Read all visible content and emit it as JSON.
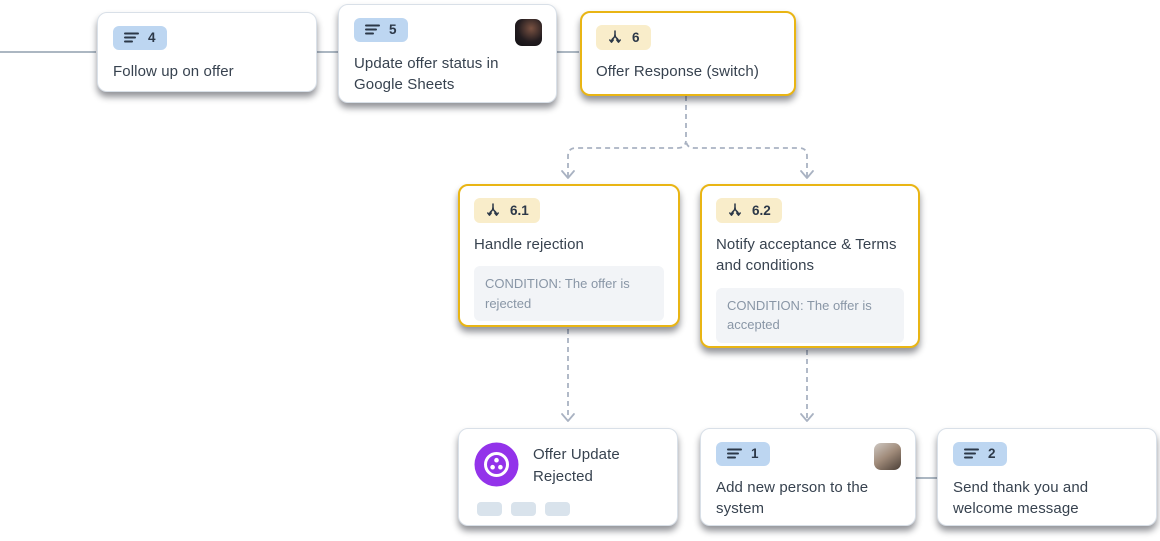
{
  "diagram": {
    "type": "workflow-flowchart",
    "background": "#ffffff"
  },
  "nodes": [
    {
      "id": "4",
      "badge": "4",
      "badge_icon": "list-icon",
      "title": "Follow up on offer",
      "highlighted": false
    },
    {
      "id": "5",
      "badge": "5",
      "badge_icon": "list-icon",
      "title": "Update offer status in Google Sheets",
      "has_avatar": true,
      "highlighted": false
    },
    {
      "id": "6",
      "badge": "6",
      "badge_icon": "branch-icon",
      "title": "Offer Response (switch)",
      "highlighted": true
    },
    {
      "id": "6.1",
      "badge": "6.1",
      "badge_icon": "branch-icon",
      "title": "Handle rejection",
      "condition": "CONDITION: The offer is rejected",
      "highlighted": true
    },
    {
      "id": "6.2",
      "badge": "6.2",
      "badge_icon": "branch-icon",
      "title": "Notify acceptance & Terms and conditions",
      "condition": "CONDITION: The offer is accepted",
      "highlighted": true
    },
    {
      "id": "offer-update-rejected",
      "app_icon": "button-app-icon",
      "title": "Offer Update Rejected",
      "skeleton_placeholders": 3,
      "highlighted": false
    },
    {
      "id": "1",
      "badge": "1",
      "badge_icon": "list-icon",
      "title": "Add new person to the system",
      "has_avatar": true,
      "highlighted": false
    },
    {
      "id": "2",
      "badge": "2",
      "badge_icon": "list-icon",
      "title": "Send thank you and welcome message",
      "highlighted": false
    }
  ],
  "edges": [
    {
      "from": "offscreen-left",
      "to": "4",
      "style": "solid"
    },
    {
      "from": "4",
      "to": "5",
      "style": "solid"
    },
    {
      "from": "5",
      "to": "6",
      "style": "solid"
    },
    {
      "from": "6",
      "to": "6.1",
      "style": "dashed-arrow"
    },
    {
      "from": "6",
      "to": "6.2",
      "style": "dashed-arrow"
    },
    {
      "from": "6.1",
      "to": "offer-update-rejected",
      "style": "dashed-arrow"
    },
    {
      "from": "6.2",
      "to": "1",
      "style": "dashed-arrow"
    },
    {
      "from": "1",
      "to": "2",
      "style": "solid"
    }
  ],
  "colors": {
    "highlight_border": "#e9b514",
    "badge_blue_bg": "#bdd6f1",
    "badge_cream_bg": "#f9edca",
    "badge_text": "#2c3848",
    "title_text": "#37424f",
    "condition_bg": "#f2f4f7",
    "condition_text": "#8996a6",
    "solid_connector": "#909fae",
    "dashed_connector": "#a9b2c2",
    "app_icon_purple": "#9333ea",
    "skeleton_fill": "#d9e3ec"
  }
}
